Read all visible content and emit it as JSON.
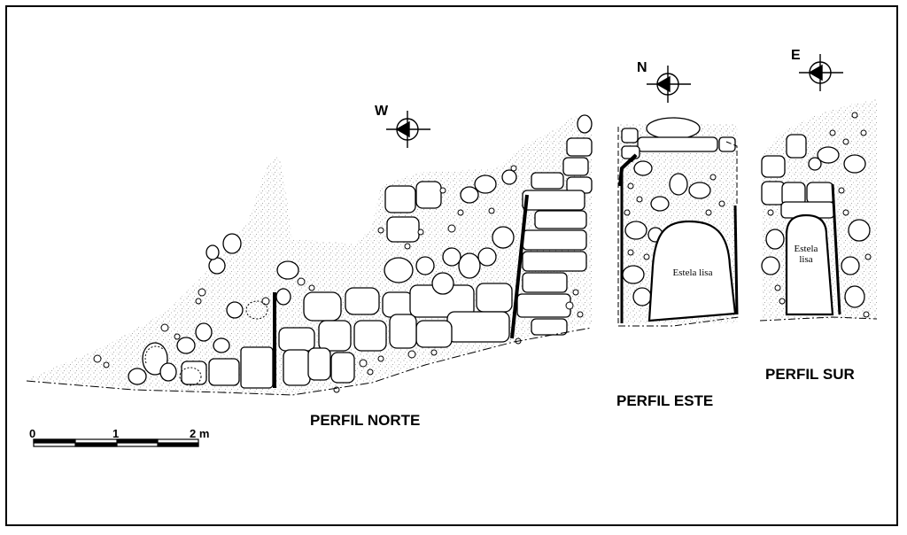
{
  "profiles": {
    "norte": "PERFIL NORTE",
    "este": "PERFIL ESTE",
    "sur": "PERFIL SUR"
  },
  "compass": {
    "w": "W",
    "n": "N",
    "e": "E"
  },
  "steles": {
    "este": "Estela lisa",
    "sur_line1": "Estela",
    "sur_line2": "lisa"
  },
  "scale": {
    "t0": "0",
    "t1": "1",
    "t2": "2 m"
  }
}
